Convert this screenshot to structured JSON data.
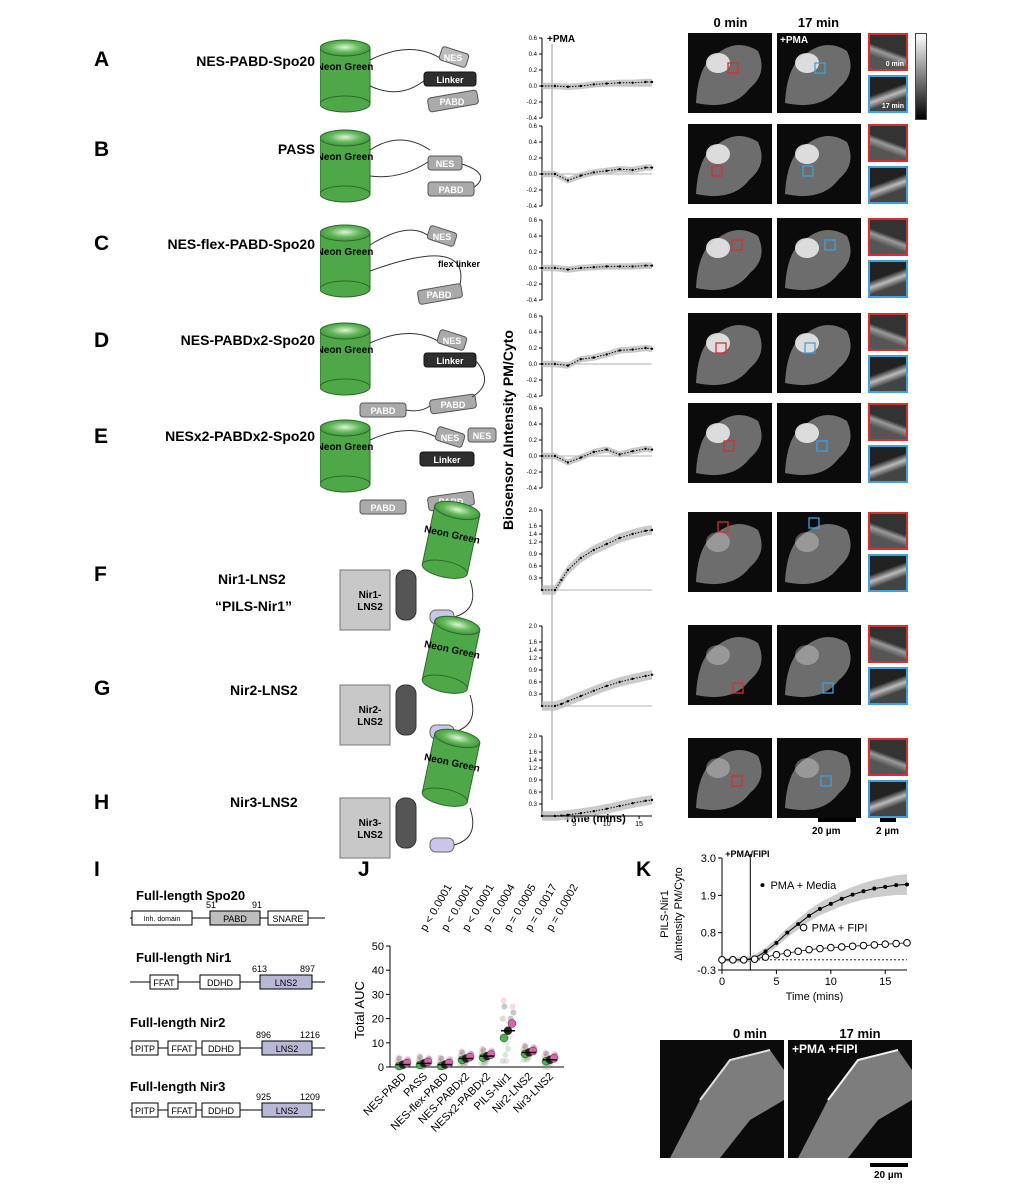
{
  "panels": {
    "A": {
      "letter": "A",
      "name": "NES-PABD-Spo20",
      "parts": [
        "Neon Green",
        "NES",
        "Linker",
        "PABD"
      ]
    },
    "B": {
      "letter": "B",
      "name": "PASS",
      "parts": [
        "Neon Green",
        "NES",
        "PABD"
      ]
    },
    "C": {
      "letter": "C",
      "name": "NES-flex-PABD-Spo20",
      "parts": [
        "Neon Green",
        "NES",
        "flex linker",
        "PABD"
      ]
    },
    "D": {
      "letter": "D",
      "name": "NES-PABDx2-Spo20",
      "parts": [
        "Neon Green",
        "NES",
        "Linker",
        "PABD",
        "PABD"
      ]
    },
    "E": {
      "letter": "E",
      "name": "NESx2-PABDx2-Spo20",
      "parts": [
        "Neon Green",
        "NES",
        "NES",
        "Linker",
        "PABD",
        "PABD"
      ]
    },
    "F": {
      "letter": "F",
      "name": "Nir1-LNS2",
      "name2": "“PILS-Nir1”",
      "parts": [
        "Neon Green",
        "Nir1-LNS2"
      ]
    },
    "G": {
      "letter": "G",
      "name": "Nir2-LNS2",
      "parts": [
        "Neon Green",
        "Nir2-LNS2"
      ]
    },
    "H": {
      "letter": "H",
      "name": "Nir3-LNS2",
      "parts": [
        "Neon Green",
        "Nir3-LNS2"
      ]
    },
    "I": {
      "letter": "I"
    },
    "J": {
      "letter": "J"
    },
    "K": {
      "letter": "K"
    }
  },
  "timecourse": {
    "ylabel": "Biosensor ΔIntensity PM/Cyto",
    "xlabel": "Time (mins)",
    "pma_label": "+PMA",
    "xticks": [
      "5",
      "10",
      "15"
    ],
    "small_yticks": [
      "0.6",
      "0.4",
      "0.2",
      "0.0",
      "-0.2",
      "-0.4"
    ],
    "big_yticks": [
      "2.0",
      "1.6",
      "1.4",
      "1.2",
      "0.9",
      "0.6",
      "0.3"
    ]
  },
  "micrographs": {
    "col_0": "0 min",
    "col_17": "17 min",
    "pma": "+PMA",
    "inset_0": "0 min",
    "inset_17": "17 min",
    "scale_cell": "20 µm",
    "scale_inset": "2 µm"
  },
  "domains": {
    "spo20": {
      "title": "Full-length Spo20",
      "boxes": [
        "Inh. domain",
        "PABD",
        "SNARE"
      ],
      "nums": [
        "51",
        "91"
      ]
    },
    "nir1": {
      "title": "Full-length Nir1",
      "boxes": [
        "FFAT",
        "DDHD",
        "LNS2"
      ],
      "nums": [
        "613",
        "897"
      ]
    },
    "nir2": {
      "title": "Full-length Nir2",
      "boxes": [
        "PITP",
        "FFAT",
        "DDHD",
        "LNS2"
      ],
      "nums": [
        "896",
        "1216"
      ]
    },
    "nir3": {
      "title": "Full-length Nir3",
      "boxes": [
        "PITP",
        "FFAT",
        "DDHD",
        "LNS2"
      ],
      "nums": [
        "925",
        "1209"
      ]
    }
  },
  "auc_plot": {
    "ylabel": "Total AUC",
    "yticks": [
      "0",
      "10",
      "20",
      "30",
      "40",
      "50"
    ],
    "categories": [
      "NES-PABD",
      "PASS",
      "NES-flex-PABD",
      "NES-PABDx2",
      "NESx2-PABDx2",
      "PILS-Nir1",
      "Nir2-LNS2",
      "Nir3-LNS2"
    ],
    "pvalues": [
      "p < 0.0001",
      "p < 0.0001",
      "p < 0.0001",
      "p = 0.0004",
      "p = 0.0005",
      "p = 0.0017",
      "p = 0.0002"
    ],
    "colors": [
      "#4caf50",
      "#e05fb0",
      "#222222",
      "#8b6b3d",
      "#b0b0b0"
    ]
  },
  "k_plot": {
    "ylabel1": "PILS-Nir1",
    "ylabel2": "ΔIntensity PM/Cyto",
    "xlabel": "Time (mins)",
    "marker": "+PMA/FIPI",
    "legend1": "PMA + Media",
    "legend2": "PMA + FIPI",
    "yticks": [
      "3.0",
      "1.9",
      "0.8",
      "-0.3"
    ],
    "xticks": [
      "0",
      "5",
      "10",
      "15"
    ],
    "img_0": "0 min",
    "img_17": "17 min",
    "img_pma": "+PMA +FIPI",
    "scale": "20 µm"
  },
  "chart_data": [
    {
      "type": "line",
      "title": "",
      "xlabel": "Time (mins)",
      "ylabel": "Biosensor ΔIntensity PM/Cyto",
      "xlim": [
        0,
        17
      ],
      "series": [
        {
          "panel": "A",
          "x": [
            0,
            2,
            4,
            6,
            8,
            10,
            12,
            14,
            16,
            17
          ],
          "values": [
            0,
            0,
            -0.01,
            0.0,
            0.02,
            0.03,
            0.04,
            0.04,
            0.05,
            0.05
          ]
        },
        {
          "panel": "B",
          "x": [
            0,
            2,
            4,
            6,
            8,
            10,
            12,
            14,
            16,
            17
          ],
          "values": [
            0,
            0,
            -0.08,
            -0.02,
            0.02,
            0.04,
            0.06,
            0.05,
            0.08,
            0.08
          ]
        },
        {
          "panel": "C",
          "x": [
            0,
            2,
            4,
            6,
            8,
            10,
            12,
            14,
            16,
            17
          ],
          "values": [
            0,
            0,
            -0.02,
            0.0,
            0.01,
            0.02,
            0.02,
            0.02,
            0.03,
            0.03
          ]
        },
        {
          "panel": "D",
          "x": [
            0,
            2,
            4,
            6,
            8,
            10,
            12,
            14,
            16,
            17
          ],
          "values": [
            0,
            0,
            -0.02,
            0.06,
            0.08,
            0.12,
            0.17,
            0.18,
            0.2,
            0.19
          ]
        },
        {
          "panel": "E",
          "x": [
            0,
            2,
            4,
            6,
            8,
            10,
            12,
            14,
            16,
            17
          ],
          "values": [
            0,
            0,
            -0.08,
            -0.02,
            0.05,
            0.08,
            0.02,
            0.06,
            0.09,
            0.08
          ]
        },
        {
          "panel": "F",
          "x": [
            0,
            2,
            3,
            4,
            6,
            8,
            10,
            12,
            14,
            16,
            17
          ],
          "values": [
            0,
            0,
            0.25,
            0.5,
            0.8,
            1.0,
            1.15,
            1.3,
            1.4,
            1.48,
            1.5
          ]
        },
        {
          "panel": "G",
          "x": [
            0,
            2,
            3,
            4,
            6,
            8,
            10,
            12,
            14,
            16,
            17
          ],
          "values": [
            0,
            0,
            0.05,
            0.12,
            0.25,
            0.38,
            0.5,
            0.6,
            0.68,
            0.75,
            0.78
          ]
        },
        {
          "panel": "H",
          "x": [
            0,
            2,
            3,
            4,
            6,
            8,
            10,
            12,
            14,
            16,
            17
          ],
          "values": [
            0,
            0,
            0.01,
            0.03,
            0.07,
            0.12,
            0.18,
            0.25,
            0.32,
            0.38,
            0.4
          ]
        }
      ]
    },
    {
      "type": "scatter",
      "title": "",
      "xlabel": "",
      "ylabel": "Total AUC",
      "ylim": [
        0,
        50
      ],
      "categories": [
        "NES-PABD",
        "PASS",
        "NES-flex-PABD",
        "NES-PABDx2",
        "NESx2-PABDx2",
        "PILS-Nir1",
        "Nir2-LNS2",
        "Nir3-LNS2"
      ],
      "values": [
        1,
        1.5,
        1,
        3.5,
        4.5,
        15,
        6,
        3
      ]
    },
    {
      "type": "line",
      "title": "",
      "xlabel": "Time (mins)",
      "ylabel": "PILS-Nir1 ΔIntensity PM/Cyto",
      "ylim": [
        -0.3,
        3.0
      ],
      "series": [
        {
          "name": "PMA + Media",
          "x": [
            0,
            1,
            2,
            3,
            4,
            5,
            6,
            7,
            8,
            9,
            10,
            11,
            12,
            13,
            14,
            15,
            16,
            17
          ],
          "values": [
            0,
            0,
            0,
            0.05,
            0.25,
            0.5,
            0.8,
            1.05,
            1.3,
            1.5,
            1.65,
            1.8,
            1.92,
            2.02,
            2.1,
            2.15,
            2.2,
            2.22
          ]
        },
        {
          "name": "PMA + FIPI",
          "x": [
            0,
            1,
            2,
            3,
            4,
            5,
            6,
            7,
            8,
            9,
            10,
            11,
            12,
            13,
            14,
            15,
            16,
            17
          ],
          "values": [
            0,
            0,
            0,
            0.02,
            0.08,
            0.15,
            0.2,
            0.25,
            0.3,
            0.33,
            0.36,
            0.38,
            0.4,
            0.42,
            0.44,
            0.46,
            0.48,
            0.5
          ]
        }
      ]
    }
  ]
}
